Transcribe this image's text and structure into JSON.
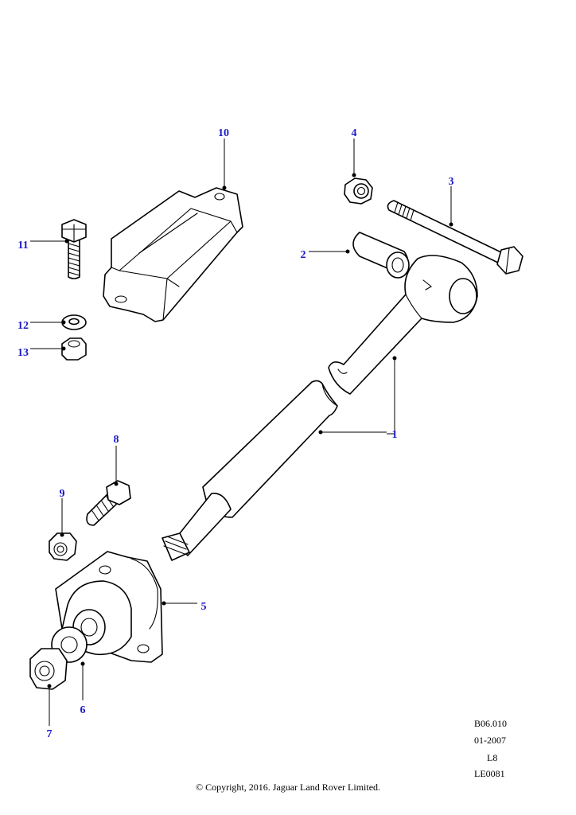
{
  "diagram": {
    "callouts": [
      "1",
      "2",
      "3",
      "4",
      "5",
      "6",
      "7",
      "8",
      "9",
      "10",
      "11",
      "12",
      "13"
    ],
    "ref": {
      "code": "B06.010",
      "date": "01-2007",
      "model": "L8",
      "illustration": "LE0081"
    },
    "copyright": "© Copyright, 2016. Jaguar Land Rover Limited.",
    "colors": {
      "callout": "#1a1acc",
      "line": "#000000"
    }
  }
}
